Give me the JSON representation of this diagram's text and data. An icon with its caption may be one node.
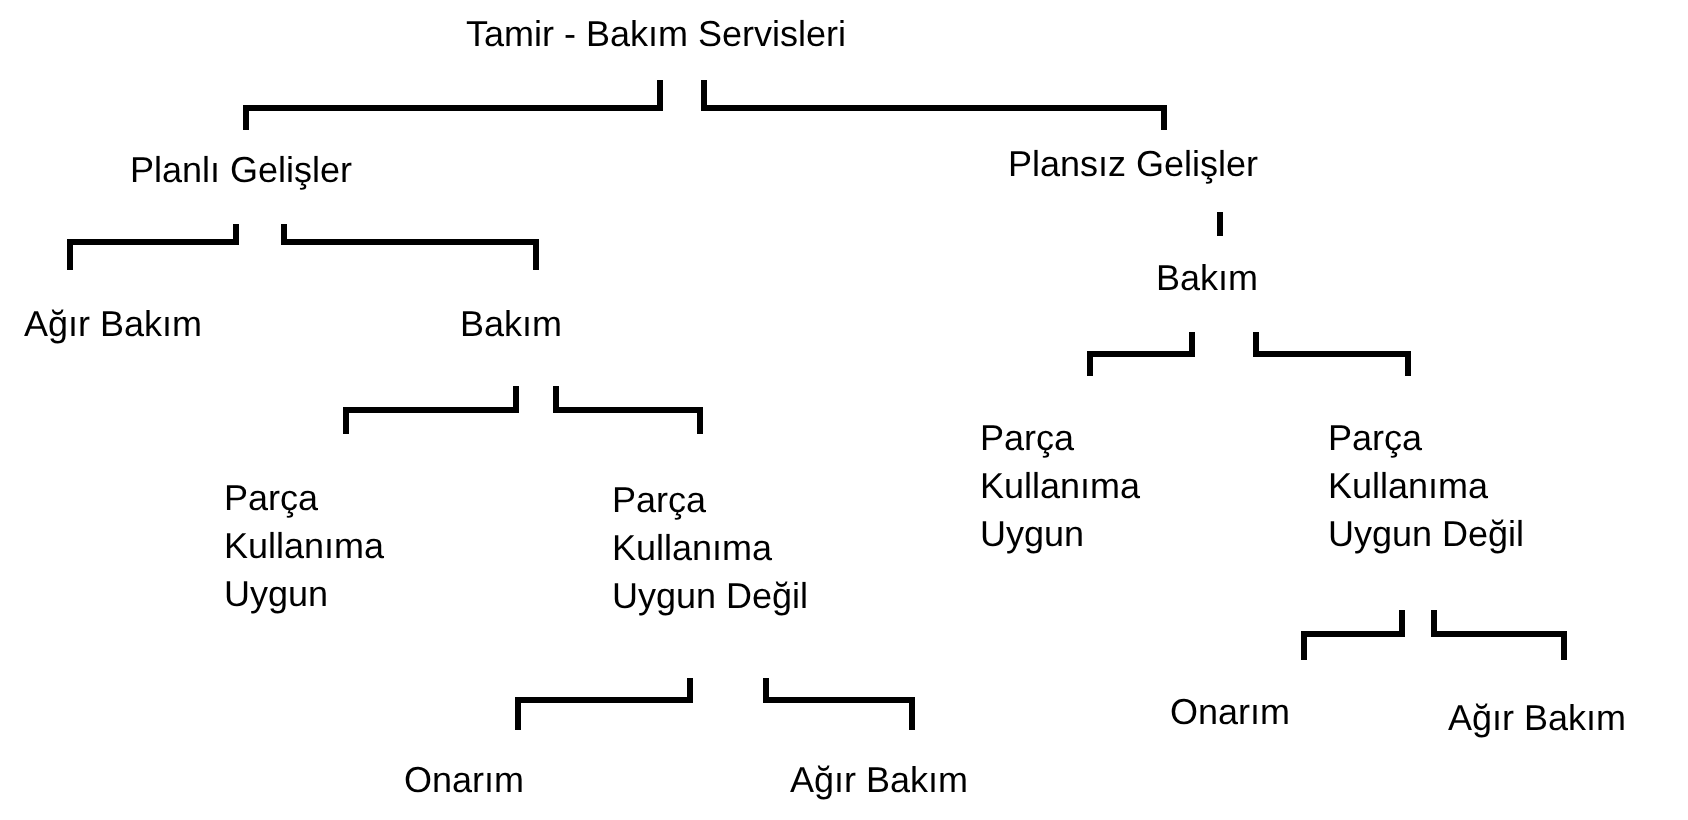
{
  "diagram": {
    "nodes": [
      {
        "text": [
          "Tamir - Bakım Servisleri"
        ]
      },
      {
        "text": [
          "Planlı Gelişler"
        ]
      },
      {
        "text": [
          "Plansız Gelişler"
        ]
      },
      {
        "text": [
          "Ağır Bakım"
        ]
      },
      {
        "text": [
          "Bakım"
        ]
      },
      {
        "text": [
          "Parça Kullanıma Uygun"
        ]
      },
      {
        "text": [
          "Parça Kullanıma Uygun Değil"
        ]
      },
      {
        "text": [
          "Onarım"
        ]
      },
      {
        "text": [
          "Ağır Bakım"
        ]
      },
      {
        "text": [
          "Bakım"
        ]
      },
      {
        "text": [
          "Parça Kullanıma Uygun"
        ]
      },
      {
        "text": [
          "Parça Kullanıma Uygun Değil"
        ]
      },
      {
        "text": [
          "Onarım"
        ]
      },
      {
        "text": [
          "Ağır Bakım"
        ]
      }
    ],
    "edges": [
      {
        "from": 0,
        "to": 1,
        "arrow": "none"
      },
      {
        "from": 0,
        "to": 2,
        "arrow": "none"
      },
      {
        "from": 1,
        "to": 3,
        "arrow": "none"
      },
      {
        "from": 1,
        "to": 4,
        "arrow": "none"
      },
      {
        "from": 2,
        "to": 9,
        "arrow": "none"
      },
      {
        "from": 4,
        "to": 5,
        "arrow": "none"
      },
      {
        "from": 4,
        "to": 6,
        "arrow": "none"
      },
      {
        "from": 9,
        "to": 10,
        "arrow": "none"
      },
      {
        "from": 9,
        "to": 11,
        "arrow": "none"
      },
      {
        "from": 6,
        "to": 7,
        "arrow": "none"
      },
      {
        "from": 6,
        "to": 8,
        "arrow": "none"
      },
      {
        "from": 11,
        "to": 12,
        "arrow": "none"
      },
      {
        "from": 11,
        "to": 13,
        "arrow": "none"
      }
    ]
  }
}
